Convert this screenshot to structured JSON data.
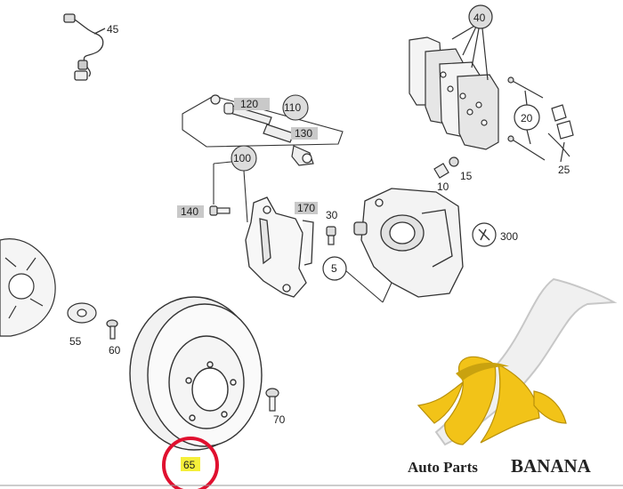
{
  "diagram": {
    "part_labels": {
      "p45": "45",
      "p40": "40",
      "p120": "120",
      "p110": "110",
      "p130": "130",
      "p100": "100",
      "p20": "20",
      "p25": "25",
      "p15": "15",
      "p10": "10",
      "p140": "140",
      "p170": "170",
      "p30": "30",
      "p300": "300",
      "p5": "5",
      "p55": "55",
      "p60": "60",
      "p70": "70",
      "p65": "65"
    },
    "highlighted_part": "65",
    "highlight_color": "#e0102f",
    "label_highlight_color": "#f5ef3a"
  },
  "brand": {
    "prefix": "Auto Parts",
    "name": "BANANA",
    "logo_icon": "banana-icon",
    "text_color": "#222222",
    "banana_color": "#f2c318"
  }
}
